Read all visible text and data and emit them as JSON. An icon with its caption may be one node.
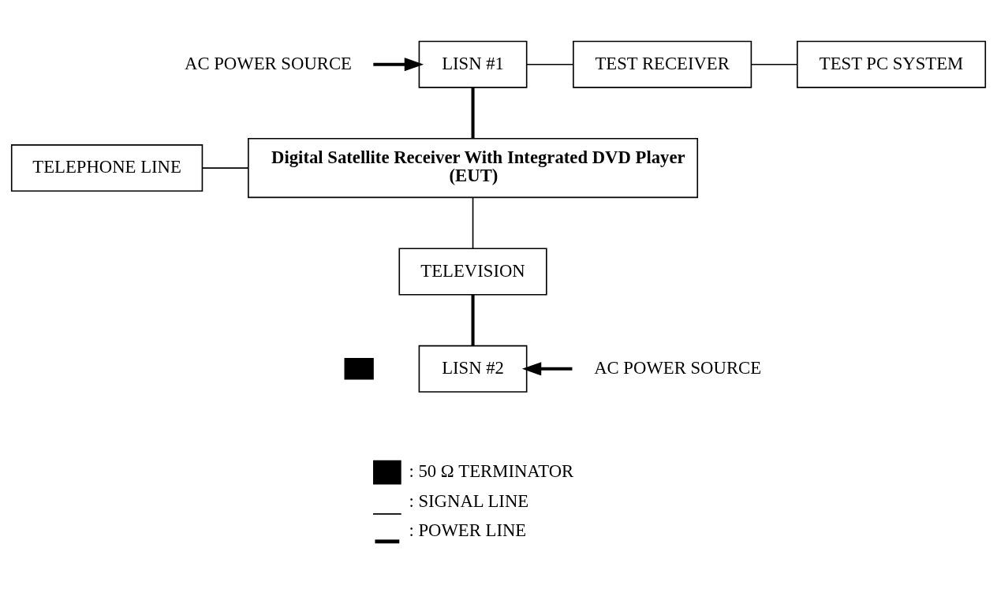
{
  "diagram": {
    "nodes": [
      {
        "text": [
          "AC POWER SOURCE"
        ]
      },
      {
        "text": [
          "LISN #1"
        ]
      },
      {
        "text": [
          "TEST RECEIVER"
        ]
      },
      {
        "text": [
          "TEST PC SYSTEM"
        ]
      },
      {
        "text": [
          "TELEPHONE LINE"
        ]
      },
      {
        "text": [
          "Digital Satellite Receiver With Integrated DVD Player",
          "(EUT)"
        ]
      },
      {
        "text": [
          "TELEVISION"
        ]
      },
      {
        "text": [],
        "shape": "box"
      },
      {
        "text": [
          "LISN #2"
        ]
      },
      {
        "text": [
          "AC POWER SOURCE"
        ]
      }
    ],
    "edges": [
      {
        "from": 0,
        "to": 1,
        "arrow": "to",
        "style": "thick"
      },
      {
        "from": 1,
        "to": 2,
        "arrow": "none"
      },
      {
        "from": 2,
        "to": 3,
        "arrow": "none"
      },
      {
        "from": 1,
        "to": 5,
        "arrow": "none",
        "style": "thick"
      },
      {
        "from": 4,
        "to": 5,
        "arrow": "none"
      },
      {
        "from": 5,
        "to": 6,
        "arrow": "none"
      },
      {
        "from": 6,
        "to": 8,
        "arrow": "none",
        "style": "thick"
      },
      {
        "from": 9,
        "to": 8,
        "arrow": "to",
        "style": "thick"
      }
    ],
    "legend": [
      {
        "text": ": 50 Ω TERMINATOR",
        "color": "#000000"
      },
      {
        "text": ": SIGNAL LINE"
      },
      {
        "text": ": POWER LINE"
      }
    ]
  }
}
